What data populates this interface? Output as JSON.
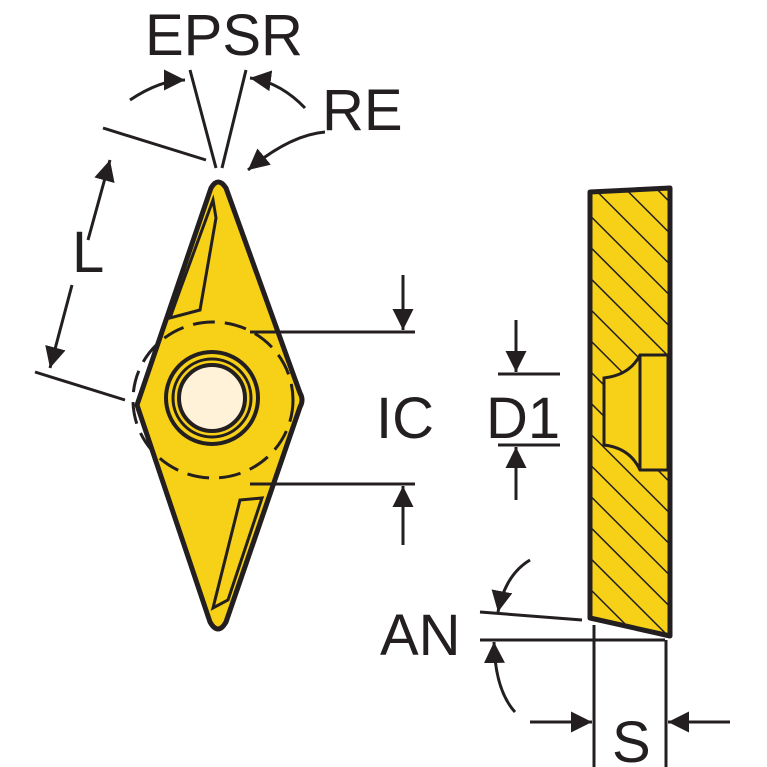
{
  "colors": {
    "insert_fill": "#F7D117",
    "hole_fill": "#FFF2D9",
    "line": "#231F20"
  },
  "labels": {
    "epsr": "EPSR",
    "re": "RE",
    "l": "L",
    "ic": "IC",
    "d1": "D1",
    "an": "AN",
    "s": "S"
  }
}
